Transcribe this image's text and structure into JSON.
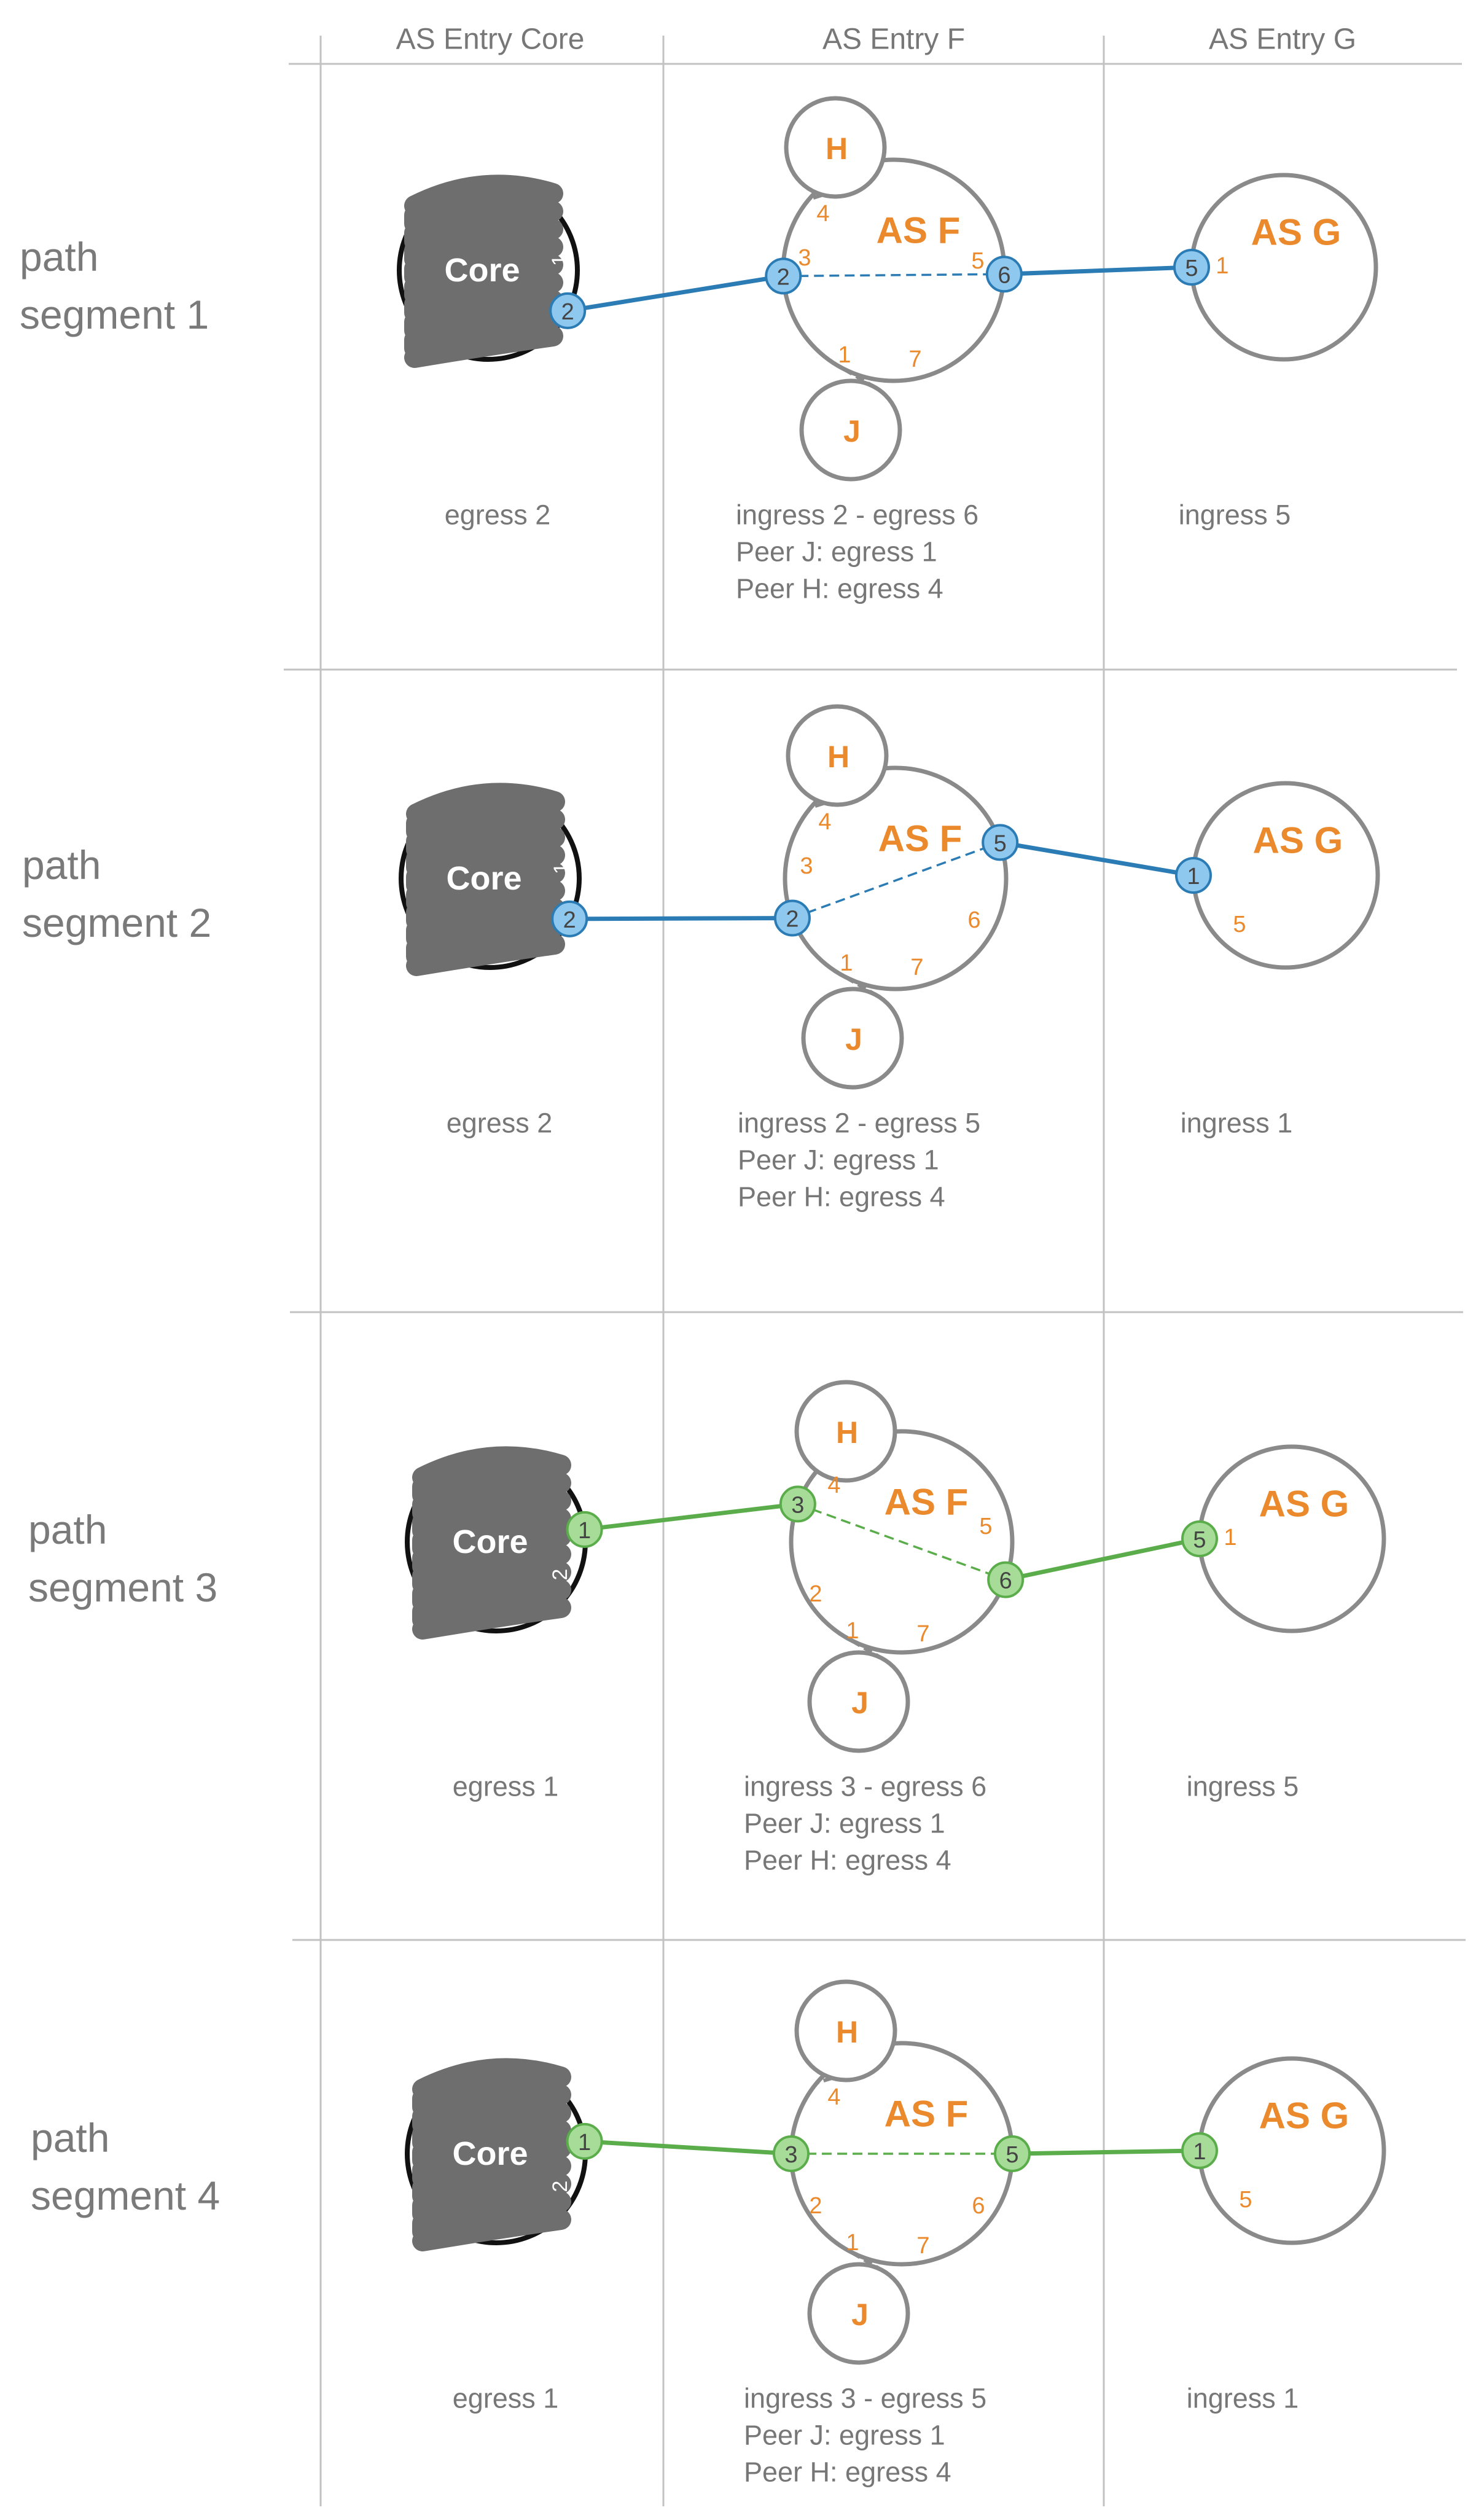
{
  "columns": [
    "AS Entry Core",
    "AS Entry F",
    "AS Entry G"
  ],
  "colors": {
    "grid": "#c2c2c2",
    "circle": "#8a8a8a",
    "orange": "#ea8a2c",
    "blue_line": "#2b7bb5",
    "blue_fill": "#8ec8ee",
    "green_line": "#5aad4a",
    "green_fill": "#a6dc98",
    "core_fill": "#6e6e6e"
  },
  "labels": {
    "as_f": "AS F",
    "as_g": "AS G",
    "core": "Core",
    "peer_h": "H",
    "peer_j": "J"
  },
  "segments": [
    {
      "label": [
        "path",
        "segment 1"
      ],
      "color": "blue",
      "core": {
        "egress": "2",
        "other": "1"
      },
      "core_caption": "egress 2",
      "as_f": {
        "ingress": "2",
        "egress": "6",
        "numbers": [
          "4",
          "3",
          "5",
          "1",
          "7"
        ]
      },
      "as_f_caption": [
        "ingress 2 - egress 6",
        "Peer J: egress 1",
        "Peer H: egress 4"
      ],
      "as_g": {
        "ingress": "5",
        "other": "1"
      },
      "as_g_caption": "ingress 5"
    },
    {
      "label": [
        "path",
        "segment 2"
      ],
      "color": "blue",
      "core": {
        "egress": "2",
        "other": "1"
      },
      "core_caption": "egress 2",
      "as_f": {
        "ingress": "2",
        "egress": "5",
        "numbers": [
          "4",
          "3",
          "6",
          "1",
          "7"
        ]
      },
      "as_f_caption": [
        "ingress 2 - egress 5",
        "Peer J: egress 1",
        "Peer H: egress 4"
      ],
      "as_g": {
        "ingress": "1",
        "other": "5"
      },
      "as_g_caption": "ingress 1"
    },
    {
      "label": [
        "path",
        "segment 3"
      ],
      "color": "green",
      "core": {
        "egress": "1",
        "other": "2"
      },
      "core_caption": "egress 1",
      "as_f": {
        "ingress": "3",
        "egress": "6",
        "numbers": [
          "4",
          "2",
          "5",
          "1",
          "7"
        ]
      },
      "as_f_caption": [
        "ingress 3 - egress 6",
        "Peer J: egress 1",
        "Peer H: egress 4"
      ],
      "as_g": {
        "ingress": "5",
        "other": "1"
      },
      "as_g_caption": "ingress 5"
    },
    {
      "label": [
        "path",
        "segment 4"
      ],
      "color": "green",
      "core": {
        "egress": "1",
        "other": "2"
      },
      "core_caption": "egress 1",
      "as_f": {
        "ingress": "3",
        "egress": "5",
        "numbers": [
          "4",
          "2",
          "6",
          "1",
          "7"
        ]
      },
      "as_f_caption": [
        "ingress 3 - egress 5",
        "Peer J: egress 1",
        "Peer H: egress 4"
      ],
      "as_g": {
        "ingress": "1",
        "other": "5"
      },
      "as_g_caption": "ingress 1"
    }
  ]
}
